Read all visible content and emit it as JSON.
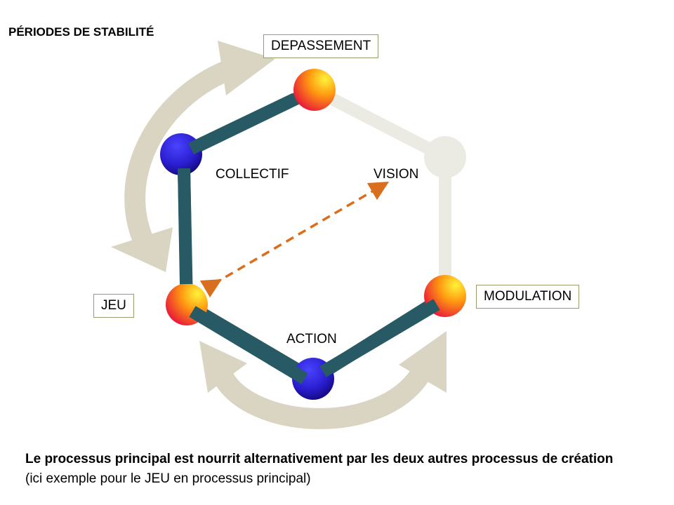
{
  "title": "PÉRIODES DE STABILITÉ",
  "nodes": {
    "depassement": "DEPASSEMENT",
    "modulation": "MODULATION",
    "jeu": "JEU"
  },
  "inner_labels": {
    "collectif": "COLLECTIF",
    "vision": "VISION",
    "action": "ACTION"
  },
  "caption": {
    "line1": "Le processus principal est nourrit alternativement par les deux autres processus de création",
    "line2": "(ici exemple pour le JEU en processus principal)"
  },
  "colors": {
    "edge_active": "#285a65",
    "edge_inactive": "#ecebe3",
    "cycle_arrow": "#d9d5c2",
    "dashed_arrow": "#d86e1e",
    "node_blue": "#2a1ed0",
    "node_orange": "#ff7a1a",
    "node_inactive": "#ecebe3"
  }
}
